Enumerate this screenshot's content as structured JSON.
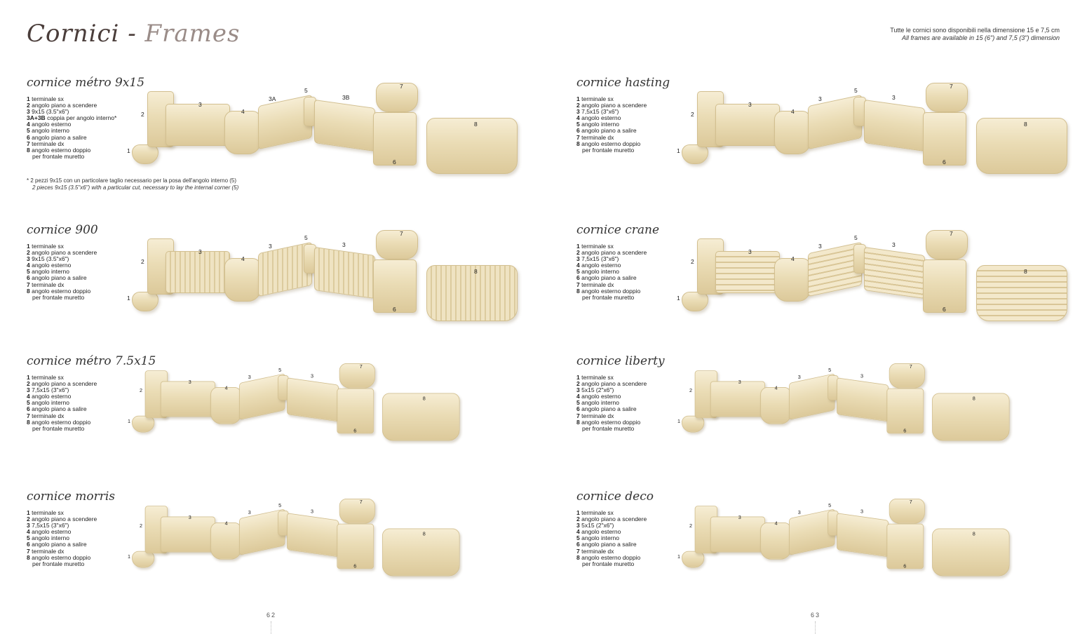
{
  "header": {
    "title_a": "Cornici",
    "title_sep": " - ",
    "title_b": "Frames",
    "note_it": "Tutte le cornici sono disponibili nella dimensione 15 e 7,5 cm",
    "note_en": "All frames are available in 15 (6\") and 7,5 (3\") dimension"
  },
  "sections": [
    {
      "title": "cornice métro 9x15",
      "items": [
        [
          "1",
          "terminale sx"
        ],
        [
          "2",
          "angolo piano a scendere"
        ],
        [
          "3",
          "9x15 (3.5\"x6\")"
        ],
        [
          "3A+3B",
          "coppia per angolo interno*"
        ],
        [
          "4",
          "angolo esterno"
        ],
        [
          "5",
          "angolo interno"
        ],
        [
          "6",
          "angolo piano a salire"
        ],
        [
          "7",
          "terminale dx"
        ],
        [
          "8",
          "angolo esterno doppio"
        ]
      ],
      "cont": "per frontale muretto",
      "labels": [
        "1",
        "2",
        "3",
        "4",
        "3A",
        "5",
        "3B",
        "7",
        "6",
        "8"
      ],
      "footnote_it": "* 2 pezzi 9x15 con un particolare taglio necessario per la posa dell'angolo interno (5)",
      "footnote_en": "2 pieces 9x15 (3.5\"x6\") with a particular cut, necessary to lay the internal corner (5)"
    },
    {
      "title": "cornice 900",
      "items": [
        [
          "1",
          "terminale sx"
        ],
        [
          "2",
          "angolo piano a scendere"
        ],
        [
          "3",
          "9x15 (3.5\"x6\")"
        ],
        [
          "4",
          "angolo esterno"
        ],
        [
          "5",
          "angolo interno"
        ],
        [
          "6",
          "angolo piano a salire"
        ],
        [
          "7",
          "terminale dx"
        ],
        [
          "8",
          "angolo esterno doppio"
        ]
      ],
      "cont": "per frontale muretto",
      "labels": [
        "1",
        "2",
        "3",
        "4",
        "3",
        "5",
        "3",
        "7",
        "6",
        "8"
      ]
    },
    {
      "title": "cornice métro 7.5x15",
      "items": [
        [
          "1",
          "terminale sx"
        ],
        [
          "2",
          "angolo piano a scendere"
        ],
        [
          "3",
          "7,5x15 (3\"x6\")"
        ],
        [
          "4",
          "angolo esterno"
        ],
        [
          "5",
          "angolo interno"
        ],
        [
          "6",
          "angolo piano a salire"
        ],
        [
          "7",
          "terminale dx"
        ],
        [
          "8",
          "angolo esterno doppio"
        ]
      ],
      "cont": "per frontale muretto",
      "labels": [
        "1",
        "2",
        "3",
        "4",
        "3",
        "5",
        "3",
        "7",
        "6",
        "8"
      ]
    },
    {
      "title": "cornice morris",
      "items": [
        [
          "1",
          "terminale sx"
        ],
        [
          "2",
          "angolo piano a scendere"
        ],
        [
          "3",
          "7,5x15 (3\"x6\")"
        ],
        [
          "4",
          "angolo esterno"
        ],
        [
          "5",
          "angolo interno"
        ],
        [
          "6",
          "angolo piano a salire"
        ],
        [
          "7",
          "terminale dx"
        ],
        [
          "8",
          "angolo esterno doppio"
        ]
      ],
      "cont": "per frontale muretto",
      "labels": [
        "1",
        "2",
        "3",
        "4",
        "3",
        "5",
        "3",
        "7",
        "6",
        "8"
      ]
    },
    {
      "title": "cornice hasting",
      "items": [
        [
          "1",
          "terminale sx"
        ],
        [
          "2",
          "angolo piano a scendere"
        ],
        [
          "3",
          "7,5x15 (3\"x6\")"
        ],
        [
          "4",
          "angolo esterno"
        ],
        [
          "5",
          "angolo interno"
        ],
        [
          "6",
          "angolo piano a salire"
        ],
        [
          "7",
          "terminale dx"
        ],
        [
          "8",
          "angolo esterno doppio"
        ]
      ],
      "cont": "per frontale muretto",
      "labels": [
        "1",
        "2",
        "3",
        "4",
        "3",
        "5",
        "3",
        "7",
        "6",
        "8"
      ]
    },
    {
      "title": "cornice crane",
      "items": [
        [
          "1",
          "terminale sx"
        ],
        [
          "2",
          "angolo piano a scendere"
        ],
        [
          "3",
          "7,5x15 (3\"x6\")"
        ],
        [
          "4",
          "angolo esterno"
        ],
        [
          "5",
          "angolo interno"
        ],
        [
          "6",
          "angolo piano a salire"
        ],
        [
          "7",
          "terminale dx"
        ],
        [
          "8",
          "angolo esterno doppio"
        ]
      ],
      "cont": "per frontale muretto",
      "labels": [
        "1",
        "2",
        "3",
        "4",
        "3",
        "5",
        "3",
        "7",
        "6",
        "8"
      ]
    },
    {
      "title": "cornice liberty",
      "items": [
        [
          "1",
          "terminale sx"
        ],
        [
          "2",
          "angolo piano a scendere"
        ],
        [
          "3",
          "5x15 (2\"x6\")"
        ],
        [
          "4",
          "angolo esterno"
        ],
        [
          "5",
          "angolo interno"
        ],
        [
          "6",
          "angolo piano a salire"
        ],
        [
          "7",
          "terminale dx"
        ],
        [
          "8",
          "angolo esterno doppio"
        ]
      ],
      "cont": "per frontale muretto",
      "labels": [
        "1",
        "2",
        "3",
        "4",
        "3",
        "5",
        "3",
        "7",
        "6",
        "8"
      ]
    },
    {
      "title": "cornice deco",
      "items": [
        [
          "1",
          "terminale sx"
        ],
        [
          "2",
          "angolo piano a scendere"
        ],
        [
          "3",
          "5x15 (2\"x6\")"
        ],
        [
          "4",
          "angolo esterno"
        ],
        [
          "5",
          "angolo interno"
        ],
        [
          "6",
          "angolo piano a salire"
        ],
        [
          "7",
          "terminale dx"
        ],
        [
          "8",
          "angolo esterno doppio"
        ]
      ],
      "cont": "per frontale muretto",
      "labels": [
        "1",
        "2",
        "3",
        "4",
        "3",
        "5",
        "3",
        "7",
        "6",
        "8"
      ]
    }
  ],
  "page_numbers": {
    "left": "62",
    "right": "63"
  }
}
